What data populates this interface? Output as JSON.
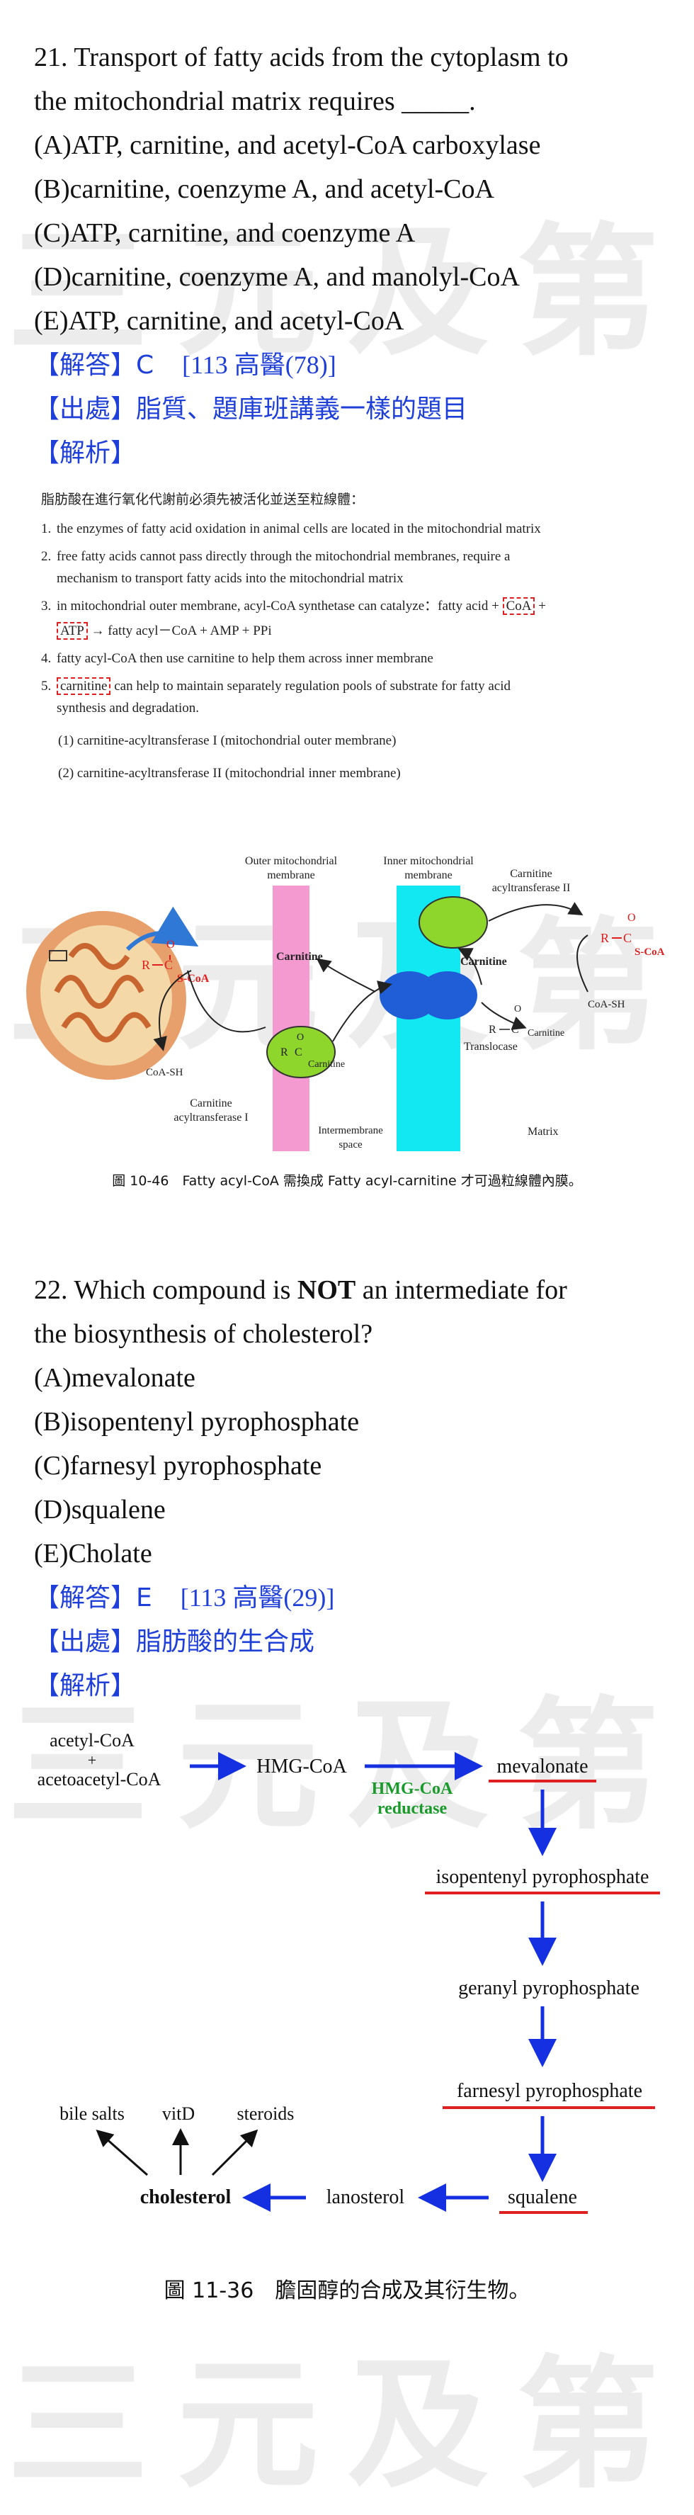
{
  "q21": {
    "line1": "21. Transport of fatty acids from the cytoplasm to",
    "line2": "the mitochondrial matrix requires _____.",
    "options": [
      "(A)ATP, carnitine, and acetyl-CoA carboxylase",
      "(B)carnitine, coenzyme A, and acetyl-CoA",
      "(C)ATP, carnitine, and coenzyme A",
      "(D)carnitine, coenzyme A, and manolyl-CoA",
      "(E)ATP, carnitine, and acetyl-CoA"
    ],
    "answer_label": "【解答】C",
    "answer_ref": "[113 高醫(78)]",
    "source": "【出處】脂質、題庫班講義一樣的題目",
    "analysis": "【解析】"
  },
  "fig1": {
    "heading": "脂肪酸在進行氧化代謝前必須先被活化並送至粒線體：",
    "item1": "the enzymes of fatty acid oxidation in animal cells are located in the mitochondrial matrix",
    "item2a": "free fatty acids cannot pass directly through the mitochondrial membranes, require a",
    "item2b": "mechanism to transport fatty acids into the mitochondrial matrix",
    "item3a": "in mitochondrial outer membrane, acyl-CoA synthetase can catalyze：fatty acid +",
    "item3_coa": "CoA",
    "item3_atp": "ATP",
    "item3b": "→ fatty acyl－CoA + AMP + PPi",
    "item4": "fatty acyl-CoA then use carnitine to help them across inner membrane",
    "item5_box": "carnitine",
    "item5a": "can help to maintain separately regulation pools of substrate for fatty acid",
    "item5b": "synthesis and degradation.",
    "sub1": "(1) carnitine-acyltransferase I (mitochondrial outer membrane)",
    "sub2": "(2) carnitine-acyltransferase II (mitochondrial inner membrane)",
    "labels": {
      "outer_membrane_1": "Outer mitochondrial",
      "outer_membrane_2": "membrane",
      "inner_membrane_1": "Inner mitochondrial",
      "inner_membrane_2": "membrane",
      "cat2_1": "Carnitine",
      "cat2_2": "acyltransferase II",
      "cat1_1": "Carnitine",
      "cat1_2": "acyltransferase I",
      "carnitine": "Carnitine",
      "carnitine_lower": "Carnitine",
      "coash": "CoA-SH",
      "translocase": "Translocase",
      "intermembrane_1": "Intermembrane",
      "intermembrane_2": "space",
      "matrix": "Matrix",
      "r": "R",
      "c": "C",
      "o": "O",
      "scoa": "S-CoA"
    },
    "caption": "圖 10-46　Fatty acyl-CoA 需換成 Fatty acyl-carnitine 才可過粒線體內膜。"
  },
  "q22": {
    "line1_pre": "22. Which compound is ",
    "line1_bold": "NOT",
    "line1_post": " an intermediate for",
    "line2": "the biosynthesis of cholesterol?",
    "options": [
      "(A)mevalonate",
      "(B)isopentenyl pyrophosphate",
      "(C)farnesyl pyrophosphate",
      "(D)squalene",
      "(E)Cholate"
    ],
    "answer_label": "【解答】E",
    "answer_ref": "[113 高醫(29)]",
    "source": "【出處】脂肪酸的生合成",
    "analysis": "【解析】"
  },
  "fig2": {
    "acetyl": "acetyl-CoA",
    "plus": "+",
    "acetoacetyl": "acetoacetyl-CoA",
    "hmg": "HMG-CoA",
    "enzyme_1": "HMG-CoA",
    "enzyme_2": "reductase",
    "mevalonate": "mevalonate",
    "ipp": "isopentenyl pyrophosphate",
    "gpp": "geranyl pyrophosphate",
    "fpp": "farnesyl pyrophosphate",
    "squalene": "squalene",
    "lanosterol": "lanosterol",
    "cholesterol": "cholesterol",
    "bile": "bile salts",
    "vitd": "vitD",
    "steroids": "steroids",
    "caption": "圖 11-36　膽固醇的合成及其衍生物。"
  },
  "watermark": "三元及第",
  "colors": {
    "answer_blue": "#1f3fd9",
    "red": "#e02020",
    "arrow_blue": "#1530e0",
    "enzyme_green": "#1a9a2a"
  }
}
